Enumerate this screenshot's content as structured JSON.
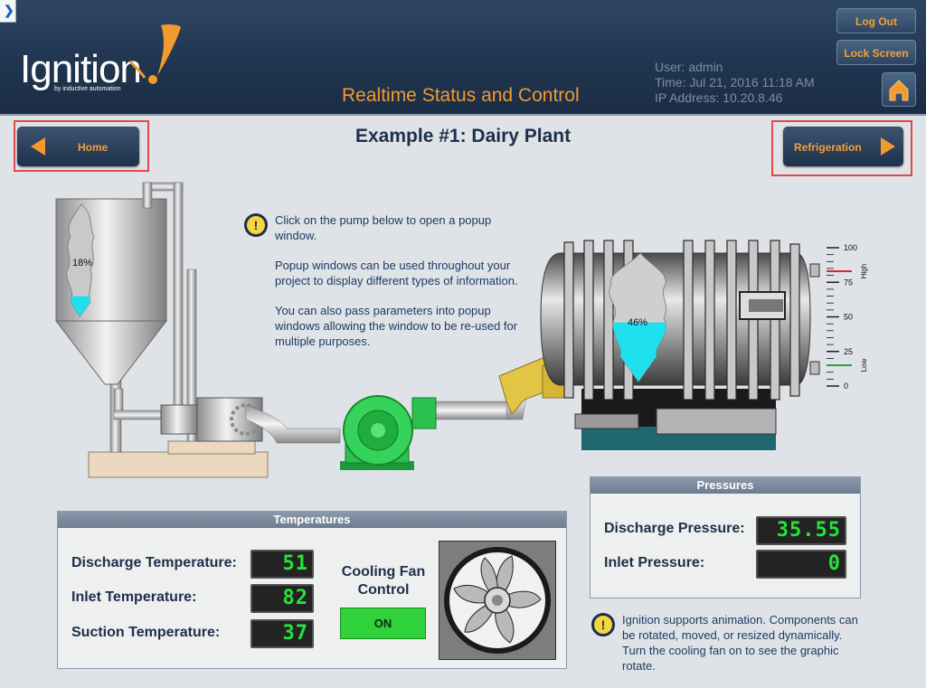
{
  "header": {
    "logo_text": "Ignition",
    "logo_tagline": "by inductive automation",
    "title": "Realtime Status and Control",
    "user_line": "User: admin",
    "time_line": "Time: Jul 21, 2016 11:18 AM",
    "ip_line": "IP Address: 10.20.8.46",
    "logout_label": "Log Out",
    "lock_label": "Lock Screen",
    "home_icon": "home-icon"
  },
  "nav": {
    "home_label": "Home",
    "refrigeration_label": "Refrigeration"
  },
  "main": {
    "example_title": "Example #1: Dairy Plant",
    "info_paragraphs": [
      "Click on the pump below to open a popup window.",
      "Popup windows can be used throughout your project to display different types of information.",
      "You can also pass parameters into popup windows allowing the window to be re-used for multiple purposes."
    ],
    "animation_note": "Ignition supports animation. Components can be rotated, moved, or resized dynamically. Turn the cooling fan on to see the graphic rotate."
  },
  "process": {
    "silo_level_label": "18%",
    "silo_level": 18,
    "tank_level_label": "46%",
    "tank_level": 46,
    "scale": {
      "ticks": [
        "100",
        "75",
        "50",
        "25",
        "0"
      ],
      "high_label": "High",
      "low_label": "Low",
      "high_setpoint": 83,
      "low_setpoint": 15,
      "high_color": "#d42b2b",
      "low_color": "#2aa336"
    }
  },
  "temperatures": {
    "title": "Temperatures",
    "rows": [
      {
        "label": "Discharge Temperature:",
        "value": "51"
      },
      {
        "label": "Inlet Temperature:",
        "value": "82"
      },
      {
        "label": "Suction Temperature:",
        "value": "37"
      }
    ],
    "fan_label_line1": "Cooling Fan",
    "fan_label_line2": "Control",
    "fan_button": "ON"
  },
  "pressures": {
    "title": "Pressures",
    "rows": [
      {
        "label": "Discharge Pressure:",
        "value": "35.55"
      },
      {
        "label": "Inlet Pressure:",
        "value": "0"
      }
    ]
  },
  "colors": {
    "header_bg": "#203550",
    "accent_orange": "#f29a2e",
    "lcd_green": "#27e23d",
    "fan_on": "#2fd23a",
    "liquid": "#1fe0ef"
  }
}
